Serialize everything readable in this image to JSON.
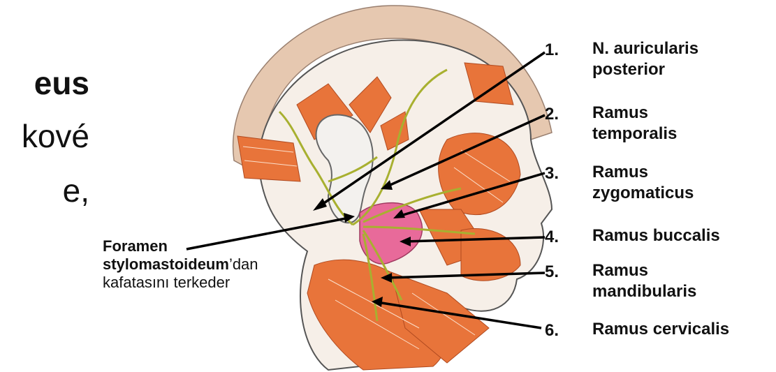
{
  "slide_text": {
    "line1": "eus",
    "line2": "kové",
    "line3": "e,"
  },
  "foramen": {
    "line1": "Foramen",
    "line2_bold": "stylomastoideum",
    "line2_rest": "’dan",
    "line3": "kafatasını terkeder"
  },
  "branches": [
    {
      "num": "1.",
      "l1": "N. auricularis",
      "l2": "posterior"
    },
    {
      "num": "2.",
      "l1": "Ramus",
      "l2": "temporalis"
    },
    {
      "num": "3.",
      "l1": "Ramus",
      "l2": "zygomaticus"
    },
    {
      "num": "4.",
      "l1": "Ramus buccalis",
      "l2": ""
    },
    {
      "num": "5.",
      "l1": "Ramus",
      "l2": "mandibularis"
    },
    {
      "num": "6.",
      "l1": "Ramus cervicalis",
      "l2": ""
    }
  ],
  "colors": {
    "muscle": "#e8743a",
    "muscle_light": "#f2a37a",
    "skull": "#e6c8b0",
    "nerve": "#a8b030",
    "gland": "#e86a9a",
    "leader": "#000000"
  }
}
